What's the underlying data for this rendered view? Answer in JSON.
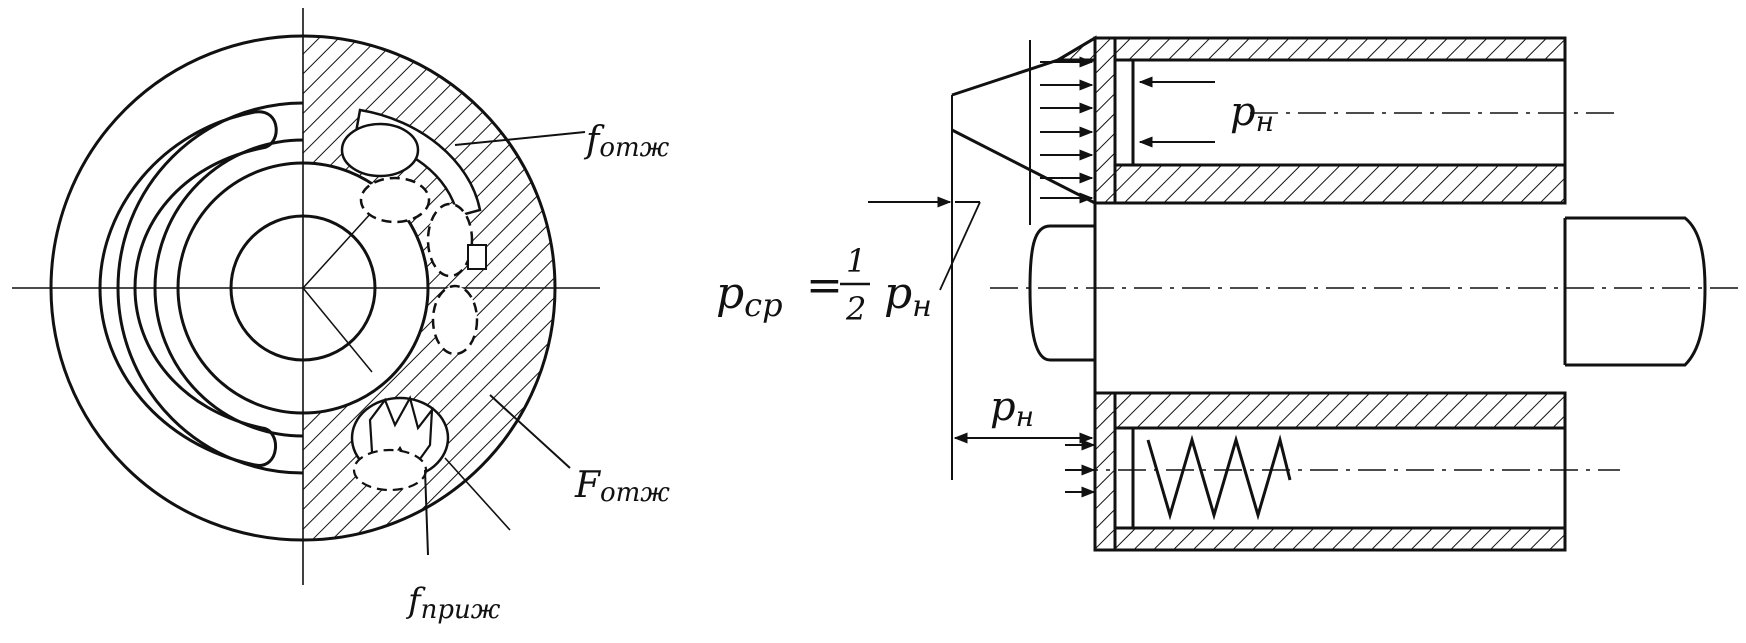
{
  "labels": {
    "f_otzh": "f",
    "f_otzh_sub": "отж",
    "F_otzh": "F",
    "F_otzh_sub": "отж",
    "f_prizh": "f",
    "f_prizh_sub": "приж",
    "p_n_top": "p",
    "p_n_top_sub": "н",
    "p_cp": "p",
    "p_cp_sub": "ср",
    "equals": "=",
    "frac_num": "1",
    "frac_den": "2",
    "p_n_mid": "p",
    "p_n_mid_sub": "н",
    "p_n_dim": "p",
    "p_n_dim_sub": "н"
  },
  "colors": {
    "ink": "#111111",
    "paper": "#ffffff"
  }
}
